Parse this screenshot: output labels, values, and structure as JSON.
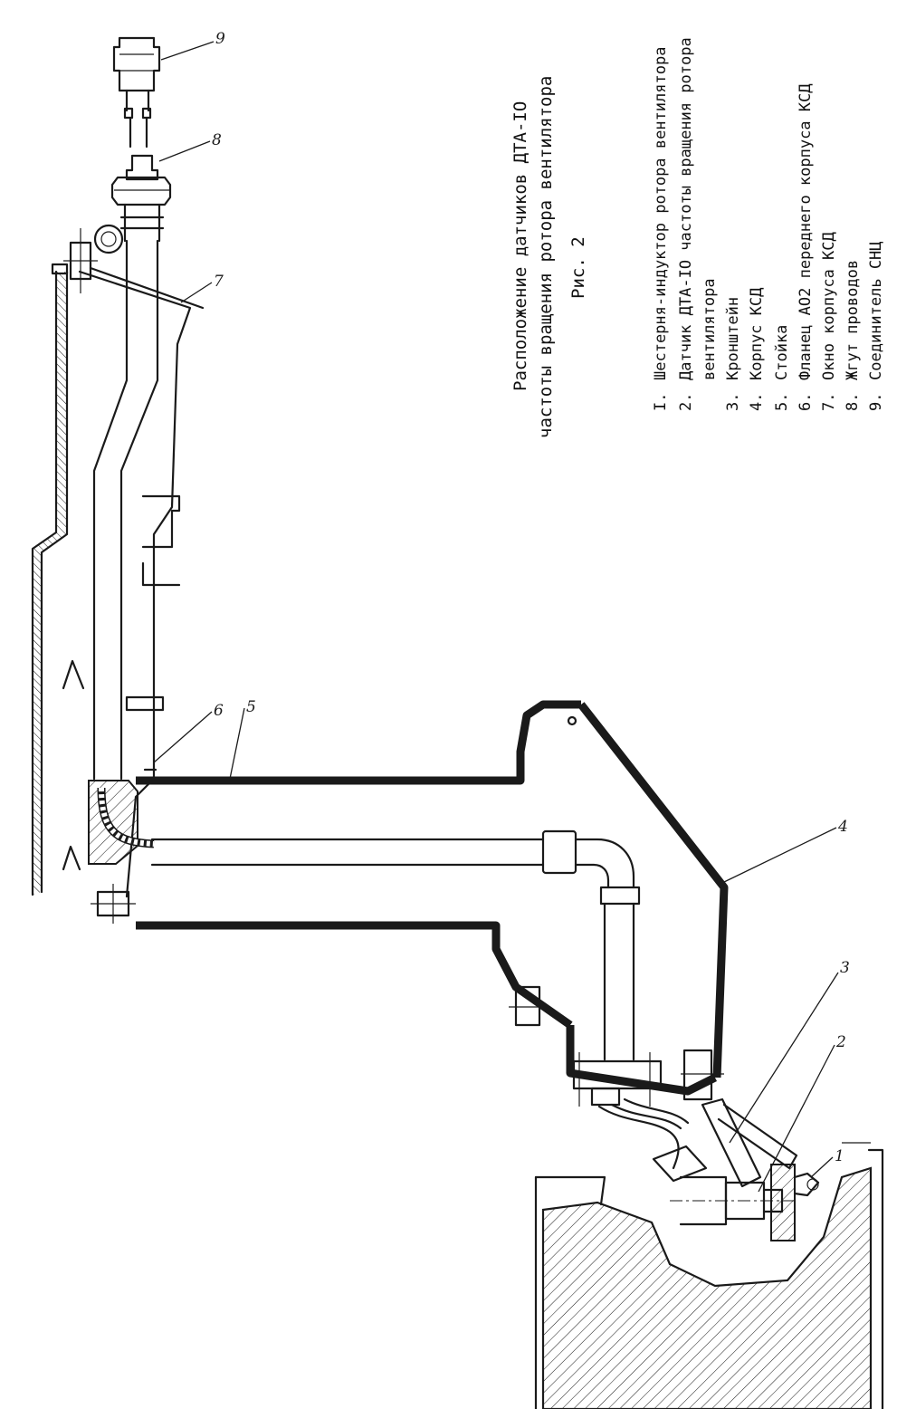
{
  "figure": {
    "caption_line1": "Расположение датчиков ДТА-IO",
    "caption_line2": "частоты вращения ротора вентилятора",
    "fig_label": "Рис. 2"
  },
  "legend": [
    {
      "num": "I.",
      "text": "Шестерня-индуктор ротора вентилятора"
    },
    {
      "num": "2.",
      "text": "Датчик ДТА-IO частоты вращения ротора"
    },
    {
      "num": "",
      "text": "вентилятора"
    },
    {
      "num": "3.",
      "text": "Кронштейн"
    },
    {
      "num": "4.",
      "text": "Корпус КСД"
    },
    {
      "num": "5.",
      "text": "Стойка"
    },
    {
      "num": "6.",
      "text": "Фланец АО2 переднего корпуса КСД"
    },
    {
      "num": "7.",
      "text": "Окно корпуса КСД"
    },
    {
      "num": "8.",
      "text": "Жгут проводов"
    },
    {
      "num": "9.",
      "text": "Соединитель СНЦ"
    }
  ],
  "callouts": [
    "1",
    "2",
    "3",
    "4",
    "5",
    "6",
    "7",
    "8",
    "9"
  ]
}
